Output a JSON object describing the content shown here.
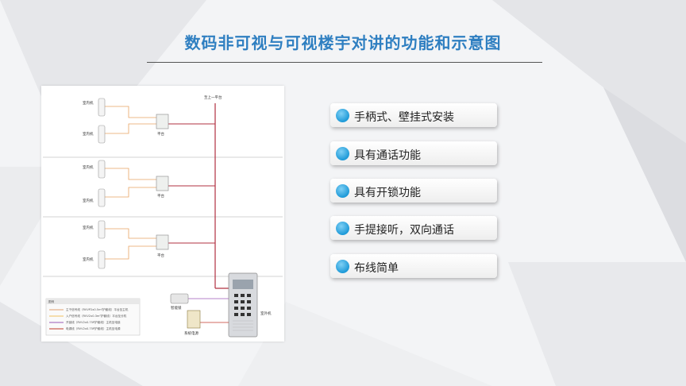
{
  "slide": {
    "title": "数码非可视与可视楼宇对讲的功能和示意图"
  },
  "diagram": {
    "to_upper_platform": "至上一平台",
    "indoor_unit": "室内机",
    "platform": "平台",
    "outdoor_unit": "室外机",
    "door_lock": "智能锁",
    "power_supply": "系统电源",
    "legend_title": "图例",
    "legend": [
      {
        "text": "主干信号线（RVVP2x0.5m²护套线）平台至主机",
        "color": "#e0a070"
      },
      {
        "text": "入户信号线（RVV2x0.3m²护套线）平台至分机",
        "color": "#f0c060"
      },
      {
        "text": "开锁线（RVV2x0.75P护套线）主机至电锁",
        "color": "#9b59b6"
      },
      {
        "text": "电源线（RVV2x0.75P护套线）主机至电源",
        "color": "#c0392b"
      }
    ]
  },
  "features": [
    {
      "label": "手柄式、壁挂式安装"
    },
    {
      "label": "具有通话功能"
    },
    {
      "label": "具有开锁功能"
    },
    {
      "label": "手提接听，双向通话"
    },
    {
      "label": "布线简单"
    }
  ]
}
